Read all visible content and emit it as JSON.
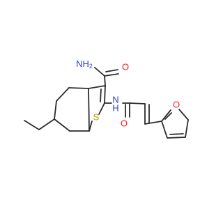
{
  "molecule": {
    "atoms": {
      "amide_n": "NH",
      "amide_n_sub": "2",
      "amide_o": "O",
      "nh_n": "N",
      "nh_h": "H",
      "thiophene_s": "S",
      "enamide_o": "O",
      "furan_o": "O"
    },
    "colors": {
      "bond": "#2b2b2b",
      "nitrogen": "#2a3fd6",
      "oxygen": "#ff1a1a",
      "sulfur": "#b39b00"
    }
  }
}
